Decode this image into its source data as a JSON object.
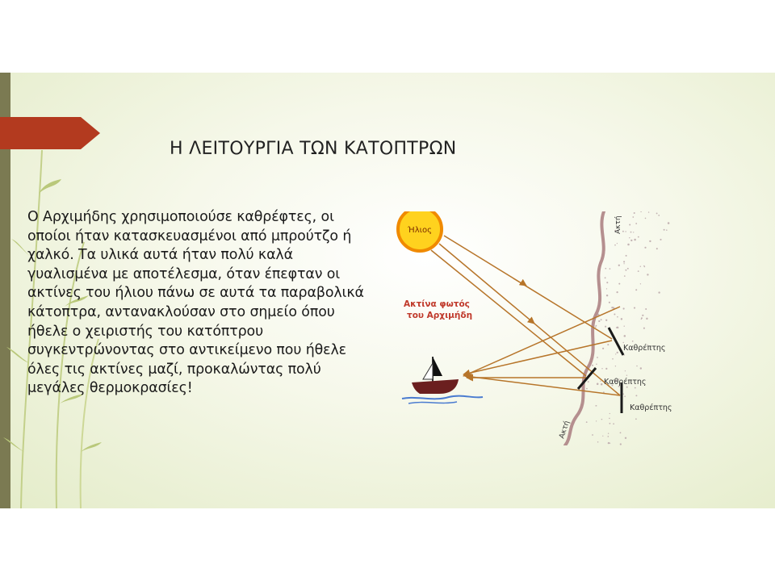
{
  "slide": {
    "title": "Η ΛΕΙΤΟΥΡΓΙΑ ΤΩΝ ΚΑΤΟΠΤΡΩΝ",
    "body": "Ο Αρχιμήδης χρησιμοποιούσε καθρέφτες, οι οποίοι ήταν κατασκευασμένοι από μπρούτζο ή χαλκό. Τα υλικά αυτά ήταν πολύ καλά γυαλισμένα με αποτέλεσμα, όταν έπεφταν οι ακτίνες του ήλιου πάνω σε αυτά τα παραβολικά κάτοπτρα, αντανακλούσαν στο σημείο όπου ήθελε ο χειριστής του κατόπτρου συγκεντρώνοντας στο αντικείμενο που ήθελε όλες τις ακτίνες μαζί, προκαλώντας πολύ μεγάλες θερμοκρασίες!"
  },
  "diagram": {
    "sun_label": "Ήλιος",
    "ray_label_line1": "Ακτίνα φωτός",
    "ray_label_line2": "του Αρχιμήδη",
    "mirror_label": "Καθρέπτης",
    "coast_label": "Ακτή",
    "colors": {
      "sun_fill": "#ffd21e",
      "sun_stroke": "#f08a00",
      "ray": "#b7752a",
      "ray_label": "#c0392b",
      "coast": "#b58f8f",
      "mirror": "#1a1a1a",
      "ship_hull": "#6b1f1f",
      "water": "#4a7bd0",
      "accent_arrow": "#b33a1f"
    }
  }
}
